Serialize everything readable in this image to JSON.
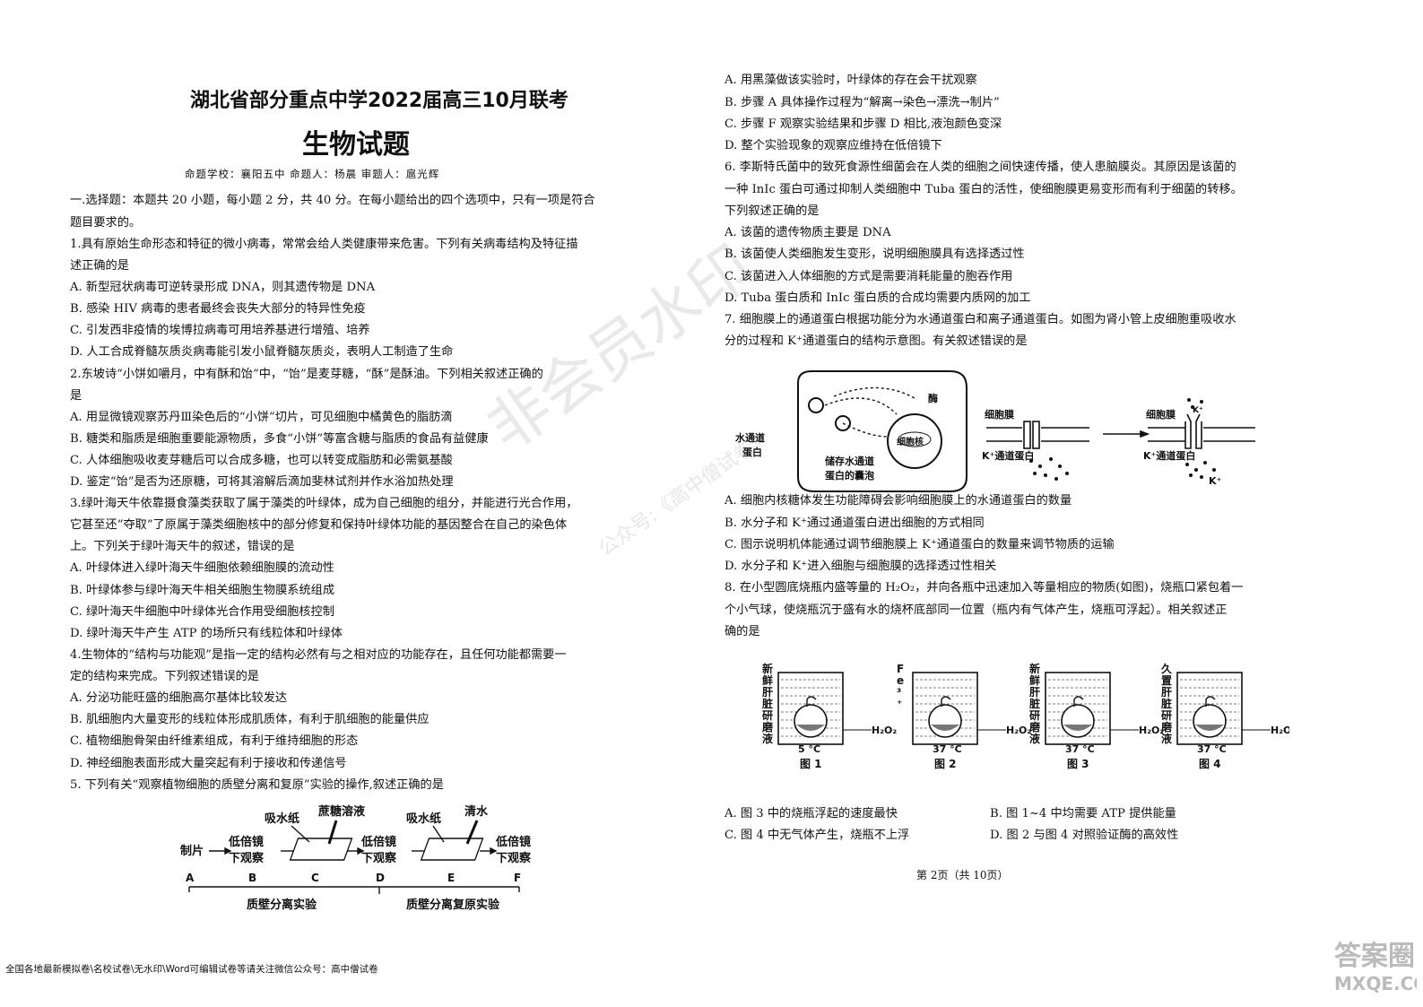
{
  "header": {
    "exam_title": "湖北省部分重点中学2022届高三10月联考",
    "subject": "生物试题",
    "meta": "命题学校：襄阳五中    命题人：杨晨    审题人：扈光辉"
  },
  "left_lines": [
    "一.选择题：本题共 20 小题，每小题 2 分，共 40 分。在每小题给出的四个选项中，只有一项是符合",
    "题目要求的。",
    "1.具有原始生命形态和特征的微小病毒，常常会给人类健康带来危害。下列有关病毒结构及特征描",
    "述正确的是",
    "A. 新型冠状病毒可逆转录形成 DNA，则其遗传物是 DNA",
    "B. 感染 HIV 病毒的患者最终会丧失大部分的特异性免疫",
    "C. 引发西非疫情的埃博拉病毒可用培养基进行增殖、培养",
    "D. 人工合成脊髓灰质炎病毒能引发小鼠脊髓灰质炎，表明人工制造了生命",
    "2.东坡诗“小饼如嚼月，中有酥和饴”中，“饴”是麦芽糖，“酥”是酥油。下列相关叙述正确的",
    "是",
    "A. 用显微镜观察苏丹Ⅲ染色后的“小饼”切片，可见细胞中橘黄色的脂肪滴",
    "B. 糖类和脂质是细胞重要能源物质，多食“小饼”等富含糖与脂质的食品有益健康",
    "C. 人体细胞吸收麦芽糖后可以合成多糖，也可以转变成脂肪和必需氨基酸",
    "D. 鉴定“饴”是否为还原糖，可将其溶解后滴加斐林试剂并作水浴加热处理",
    "3.绿叶海天牛依靠摄食藻类获取了属于藻类的叶绿体，成为自己细胞的组分，并能进行光合作用，",
    "它甚至还“夺取”了原属于藻类细胞核中的部分修复和保持叶绿体功能的基因整合在自己的染色体",
    "上。下列关于绿叶海天牛的叙述，错误的是",
    "A. 叶绿体进入绿叶海天牛细胞依赖细胞膜的流动性",
    "B. 叶绿体参与绿叶海天牛相关细胞生物膜系统组成",
    "C. 绿叶海天牛细胞中叶绿体光合作用受细胞核控制",
    "D. 绿叶海天牛产生 ATP 的场所只有线粒体和叶绿体",
    "4.生物体的“结构与功能观”是指一定的结构必然有与之相对应的功能存在，且任何功能都需要一",
    "定的结构来完成。下列叙述错误的是",
    "A. 分泌功能旺盛的细胞高尔基体比较发达",
    "B. 肌细胞内大量变形的线粒体形成肌质体，有利于肌细胞的能量供应",
    "C. 植物细胞骨架由纤维素组成，有利于维持细胞的形态",
    "D. 神经细胞表面形成大量突起有利于接收和传递信号",
    "5. 下列有关“观察植物细胞的质壁分离和复原”实验的操作,叙述正确的是"
  ],
  "fig5": {
    "steps": [
      "制片",
      "低倍镜",
      "下观察",
      "低倍镜",
      "下观察",
      "低倍镜",
      "下观察"
    ],
    "top_labels": [
      "吸水纸",
      "蔗糖溶液",
      "吸水纸",
      "清水"
    ],
    "letters": [
      "A",
      "B",
      "C",
      "D",
      "E",
      "F"
    ],
    "group_labels": [
      "质壁分离实验",
      "质壁分离复原实验"
    ]
  },
  "right_lines": [
    "A. 用黑藻做该实验时，叶绿体的存在会干扰观察",
    "B. 步骤 A 具体操作过程为“解离→染色→漂洗→制片”",
    "C. 步骤 F 观察实验结果和步骤 D 相比,液泡颜色变深",
    "D. 整个实验现象的观察应维持在低倍镜下",
    "6. 李斯特氏菌中的致死食源性细菌会在人类的细胞之间快速传播，使人患脑膜炎。其原因是该菌的",
    "一种 InIc 蛋白可通过抑制人类细胞中 Tuba 蛋白的活性，使细胞膜更易变形而有利于细菌的转移。",
    "下列叙述正确的是",
    "A. 该菌的遗传物质主要是 DNA",
    "B. 该菌使人类细胞发生变形，说明细胞膜具有选择透过性",
    "C. 该菌进入人体细胞的方式是需要消耗能量的胞吞作用",
    "D. Tuba 蛋白质和 InIc 蛋白质的合成均需要内质网的加工",
    "7. 细胞膜上的通道蛋白根据功能分为水通道蛋白和离子通道蛋白。如图为肾小管上皮细胞重吸收水",
    "分的过程和 K⁺通道蛋白的结构示意图。有关叙述错误的是"
  ],
  "fig7": {
    "labels": [
      "酶",
      "水通道",
      "蛋白",
      "储存水通道",
      "蛋白的囊泡",
      "细胞核",
      "细胞膜",
      "K⁺通道蛋白",
      "细胞膜",
      "K⁺通道蛋白",
      "K⁺",
      "K⁺"
    ]
  },
  "right_lines2": [
    "A. 细胞内核糖体发生功能障碍会影响细胞膜上的水通道蛋白的数量",
    "B. 水分子和 K⁺通过通道蛋白进出细胞的方式相同",
    "C. 图示说明机体能通过调节细胞膜上 K⁺通道蛋白的数量来调节物质的运输",
    "D. 水分子和 K⁺进入细胞与细胞膜的选择透过性相关",
    "8. 在小型圆底烧瓶内盛等量的 H₂O₂，并向各瓶中迅速加入等量相应的物质(如图)，烧瓶口紧包着一",
    "个小气球，使烧瓶沉于盛有水的烧杯底部同一位置（瓶内有气体产生，烧瓶可浮起）。相关叙述正",
    "确的是"
  ],
  "fig8": {
    "side_labels": [
      "新鲜肝脏研磨液",
      "Fe³⁺",
      "新鲜肝脏研磨液",
      "久置肝脏研磨液"
    ],
    "temps": [
      "5 °C",
      "37 °C",
      "37 °C",
      "37 °C"
    ],
    "h2o2": "H₂O₂",
    "captions": [
      "图 1",
      "图 2",
      "图 3",
      "图 4"
    ]
  },
  "q8_options": [
    "A. 图 3 中的烧瓶浮起的速度最快",
    "B. 图 1~4 中均需要 ATP 提供能量",
    "C. 图 4 中无气体产生，烧瓶不上浮",
    "D. 图 2 与图 4 对照验证酶的高效性"
  ],
  "page_number": "第 2页（共 10页）",
  "watermark": "非会员水印",
  "watermark_account": "公众号:《高中僧试卷》",
  "footer": "全国各地最新模拟卷\\名校试卷\\无水印\\Word可编辑试卷等请关注微信公众号：高中僧试卷",
  "logo_text": [
    "答案圈",
    "MXQE.COM"
  ]
}
